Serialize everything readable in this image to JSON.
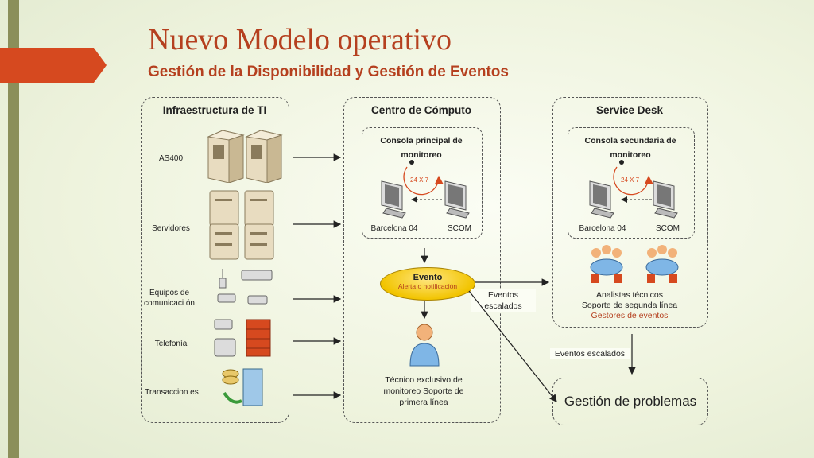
{
  "title": "Nuevo Modelo operativo",
  "subtitle": "Gestión de la Disponibilidad y Gestión de Eventos",
  "panels": {
    "infra": {
      "header": "Infraestructura de TI",
      "items": [
        "AS400",
        "Servidores",
        "Equipos de comunicaci ón",
        "Telefonía",
        "Transaccion es"
      ]
    },
    "centro": {
      "header": "Centro de Cómputo",
      "console_title": "Consola principal de monitoreo",
      "cycle": "24 X 7",
      "left_label": "Barcelona 04",
      "right_label": "SCOM",
      "event_title": "Evento",
      "event_sub": "Alerta o notificación",
      "tech_text": "Técnico exclusivo de monitoreo Soporte de primera línea"
    },
    "servicedesk": {
      "header": "Service Desk",
      "console_title": "Consola secundaria de monitoreo",
      "cycle": "24 X 7",
      "left_label": "Barcelona 04",
      "right_label": "SCOM",
      "analysts_line1": "Analistas técnicos",
      "analysts_line2": "Soporte de segunda línea",
      "analysts_line3": "Gestores de eventos"
    },
    "escalated_1": "Eventos escalados",
    "escalated_2": "Eventos escalados",
    "problemas": "Gestión de problemas"
  },
  "colors": {
    "accent": "#b5401f",
    "tab": "#d6491f",
    "event": "#f2c400"
  }
}
